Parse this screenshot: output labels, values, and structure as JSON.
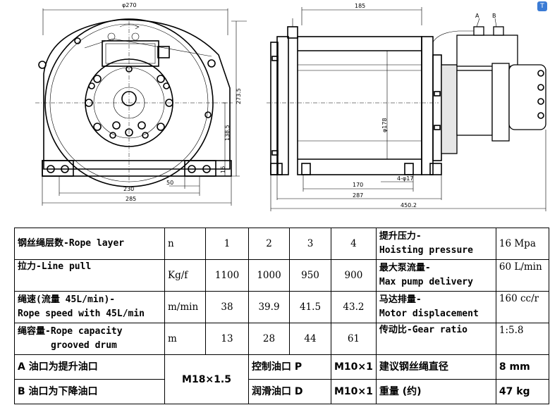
{
  "overlay": {
    "icon": "translate-icon",
    "glyph": "T"
  },
  "drawing": {
    "front": {
      "dim_diameter": "φ270",
      "dim_height_total": "273.5",
      "dim_height_center": "138.5",
      "dim_base": "16",
      "dim_width_inner": "230",
      "dim_width_outer": "285",
      "dim_slot": "50"
    },
    "side": {
      "dim_drum": "185",
      "dim_drum_dia": "φ178",
      "dim_holes": "4-φ17",
      "dim_base_inner": "170",
      "dim_base_outer": "287",
      "dim_total": "450.2",
      "port_a": "A",
      "port_b": "B"
    }
  },
  "table": {
    "rows": [
      {
        "label": "钢丝绳层数-Rope layer",
        "unit": "n",
        "values": [
          "1",
          "2",
          "3",
          "4"
        ],
        "prop": "提升压力-\nHoisting pressure",
        "propval": "16 Mpa"
      },
      {
        "label": "拉力-Line pull",
        "unit": "Kg/f",
        "values": [
          "1100",
          "1000",
          "950",
          "900"
        ],
        "prop": "最大泵流量-\nMax pump delivery",
        "propval": "60 L/min"
      },
      {
        "label": "绳速(流量 45L/min)-\nRope speed with 45L/min",
        "unit": "m/min",
        "values": [
          "38",
          "39.9",
          "41.5",
          "43.2"
        ],
        "prop": "马达排量-\nMotor displacement",
        "propval": "160 cc/r"
      },
      {
        "label": "绳容量-Rope capacity\n      grooved drum",
        "unit": "m",
        "values": [
          "13",
          "28",
          "44",
          "61"
        ],
        "prop": "传动比-Gear ratio",
        "propval": "1:5.8"
      }
    ],
    "ports": {
      "a_port": "A 油口为提升油口",
      "b_port": "B 油口为下降油口",
      "thread": "M18×1.5",
      "control_label": "控制油口 P",
      "control_val": "M10×1",
      "lube_label": "润滑油口 D",
      "lube_val": "M10×1",
      "rope_dia_label": "建议钢丝绳直径",
      "rope_dia_val": "8 mm",
      "weight_label": "重量 (约)",
      "weight_val": "47 kg"
    }
  }
}
